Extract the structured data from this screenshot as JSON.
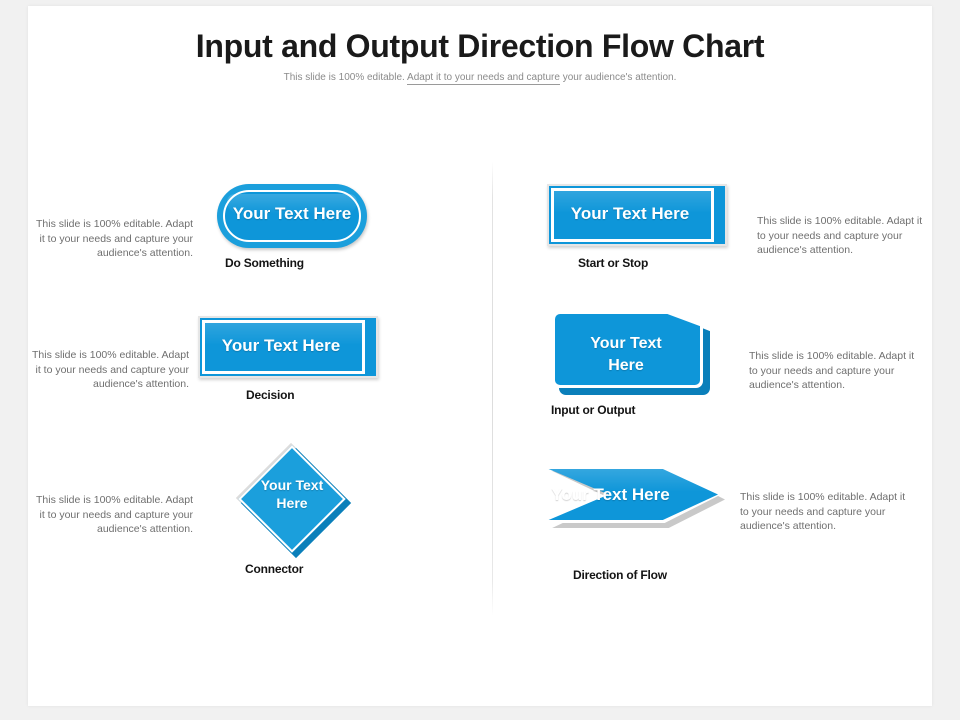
{
  "header": {
    "title": "Input and Output Direction Flow Chart",
    "subtitle_pre": "This slide is 100% editable. ",
    "subtitle_underlined": "Adapt it to your needs and capture",
    "subtitle_post": " your audience's attention."
  },
  "colors": {
    "accent_blue": "#0e96d9",
    "accent_blue_light": "#1b9fdc",
    "accent_blue_dark": "#0a7fba",
    "page_border": "#f1f1f1",
    "body_text": "#6f6f6f",
    "caption_text": "#141414",
    "divider": "#dcdcdc"
  },
  "blurb_text": "This slide is 100% editable. Adapt it to your needs and capture your audience's attention.",
  "shape_text": "Your Text Here",
  "left_column": [
    {
      "id": "do-something",
      "shape": "pill",
      "shape_label": "Your Text Here",
      "caption": "Do Something",
      "blurb": "This slide is 100% editable. Adapt it to your needs and capture your audience's attention."
    },
    {
      "id": "decision",
      "shape": "rectangle",
      "shape_label": "Your Text Here",
      "caption": "Decision",
      "blurb": "This slide is 100% editable. Adapt it to your needs and capture your audience's attention."
    },
    {
      "id": "connector",
      "shape": "diamond",
      "shape_label_line1": "Your Text",
      "shape_label_line2": "Here",
      "caption": "Connector",
      "blurb": "This slide is 100% editable. Adapt it to your needs and capture your audience's attention."
    }
  ],
  "right_column": [
    {
      "id": "start-or-stop",
      "shape": "rectangle",
      "shape_label": "Your Text Here",
      "caption": "Start or Stop",
      "blurb": "This slide is 100% editable. Adapt it to your needs and capture your audience's attention."
    },
    {
      "id": "input-or-output",
      "shape": "cut-corner-rectangle",
      "shape_label_line1": "Your Text",
      "shape_label_line2": "Here",
      "caption": "Input or Output",
      "blurb": "This slide is 100% editable. Adapt it to your needs and capture your audience's attention."
    },
    {
      "id": "direction-of-flow",
      "shape": "chevron-arrow",
      "shape_label": "Your Text Here",
      "caption": "Direction of Flow",
      "blurb": "This slide is 100% editable. Adapt it to your needs and capture your audience's attention."
    }
  ]
}
